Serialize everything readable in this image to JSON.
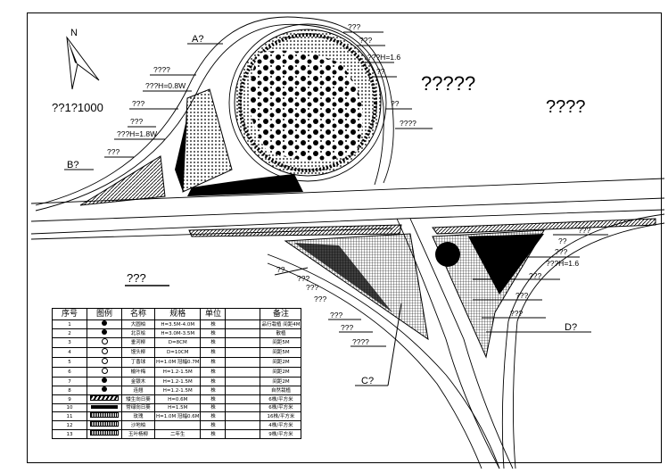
{
  "drawing": {
    "north_label": "N",
    "scale_text": "??1?1000",
    "title_main": "?????",
    "title_sub": "????",
    "legend_title": "???",
    "labels": [
      "A?",
      "????",
      "???H=0.8W",
      "???",
      "???",
      "???H=1.8W",
      "???",
      "B?",
      "???",
      "???",
      "???H=1.6",
      "??",
      "??",
      "????",
      "???",
      "??",
      "???",
      "???H=1.6",
      "???",
      "???",
      "???",
      "D?",
      "??",
      "???",
      "???",
      "???",
      "???",
      "???",
      "????",
      "C?"
    ]
  },
  "legend_table": {
    "headers": [
      "序号",
      "图例",
      "名称",
      "规格",
      "单位",
      "",
      "备注"
    ],
    "rows": [
      {
        "no": "1",
        "name": "大圆柏",
        "spec": "H=3.5M-4.0M",
        "unit": "株",
        "note": "品行栽植 间距4M"
      },
      {
        "no": "2",
        "name": "北京桧",
        "spec": "H=3.0M-3.5M",
        "unit": "株",
        "note": "散植"
      },
      {
        "no": "3",
        "name": "垂河柳",
        "spec": "D=8CM",
        "unit": "株",
        "note": "间距5M"
      },
      {
        "no": "4",
        "name": "馒头柳",
        "spec": "D=10CM",
        "unit": "株",
        "note": "间距5M"
      },
      {
        "no": "5",
        "name": "丁香球",
        "spec": "H=1.0M 冠幅0.7M",
        "unit": "株",
        "note": "间距2M"
      },
      {
        "no": "6",
        "name": "榆叶梅",
        "spec": "H=1.2-1.5M",
        "unit": "株",
        "note": "间距2M"
      },
      {
        "no": "7",
        "name": "金银木",
        "spec": "H=1.2-1.5M",
        "unit": "株",
        "note": "间距2M"
      },
      {
        "no": "8",
        "name": "连翘",
        "spec": "H=1.2-1.5M",
        "unit": "株",
        "note": "自然栽植"
      },
      {
        "no": "9",
        "name": "矮生向日葵",
        "spec": "H=0.6M",
        "unit": "株",
        "note": "6株/平方米"
      },
      {
        "no": "10",
        "name": "常绿向日葵",
        "spec": "H=1.5M",
        "unit": "株",
        "note": "6株/平方米"
      },
      {
        "no": "11",
        "name": "玫瑰",
        "spec": "H=1.0M 冠幅0.6M",
        "unit": "株",
        "note": "16株/平方米"
      },
      {
        "no": "12",
        "name": "沙地柏",
        "spec": "",
        "unit": "株",
        "note": "4株/平方米"
      },
      {
        "no": "13",
        "name": "玉叶杨柳",
        "spec": "二年生",
        "unit": "株",
        "note": "9株/平方米"
      }
    ]
  }
}
